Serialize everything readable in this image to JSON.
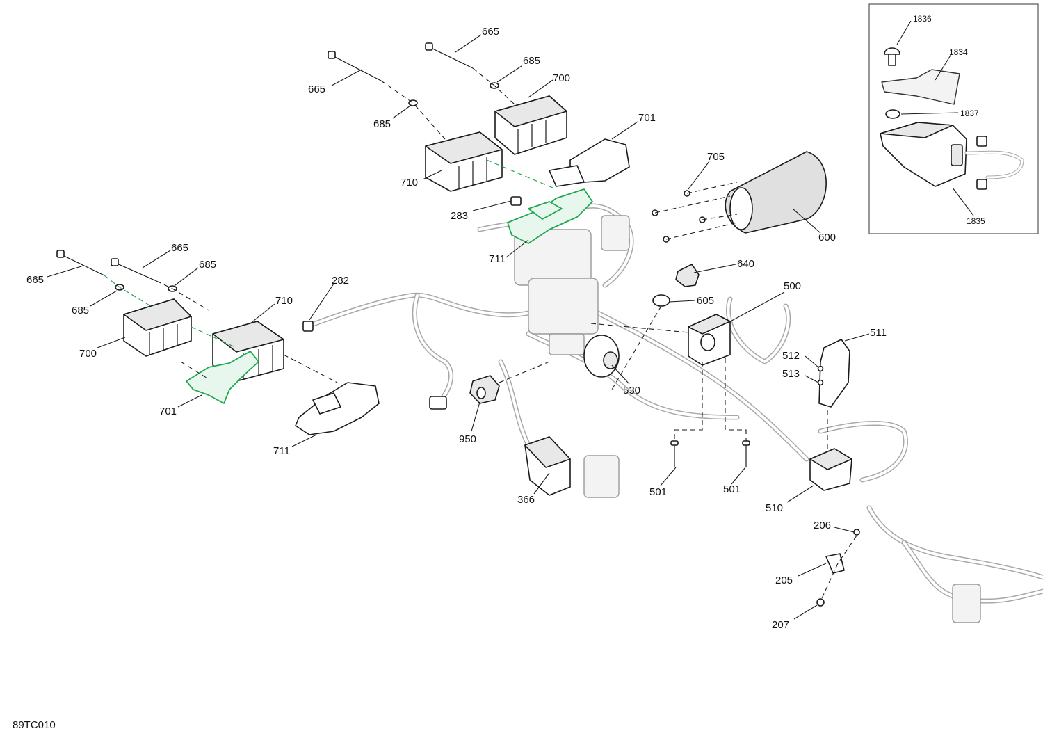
{
  "figure_code": "89TC010",
  "callouts": {
    "c665_a": "665",
    "c685_a": "685",
    "c665_b": "665",
    "c685_b": "685",
    "c700_a": "700",
    "c701_a": "701",
    "c710_a": "710",
    "c283": "283",
    "c711_a": "711",
    "c705": "705",
    "c600": "600",
    "c665_c": "665",
    "c685_c": "685",
    "c665_d": "665",
    "c685_d": "685",
    "c700_b": "700",
    "c710_b": "710",
    "c282": "282",
    "c701_b": "701",
    "c711_b": "711",
    "c640": "640",
    "c605": "605",
    "c500": "500",
    "c530": "530",
    "c950": "950",
    "c366": "366",
    "c501_a": "501",
    "c501_b": "501",
    "c511": "511",
    "c512": "512",
    "c513": "513",
    "c510": "510",
    "c206": "206",
    "c205": "205",
    "c207": "207"
  },
  "inset": {
    "c1836": "1836",
    "c1834": "1834",
    "c1837": "1837",
    "c1835": "1835"
  },
  "colors": {
    "highlight": "#1fa84f",
    "line": "#1a1a1a",
    "harness": "#a8a8a8"
  }
}
